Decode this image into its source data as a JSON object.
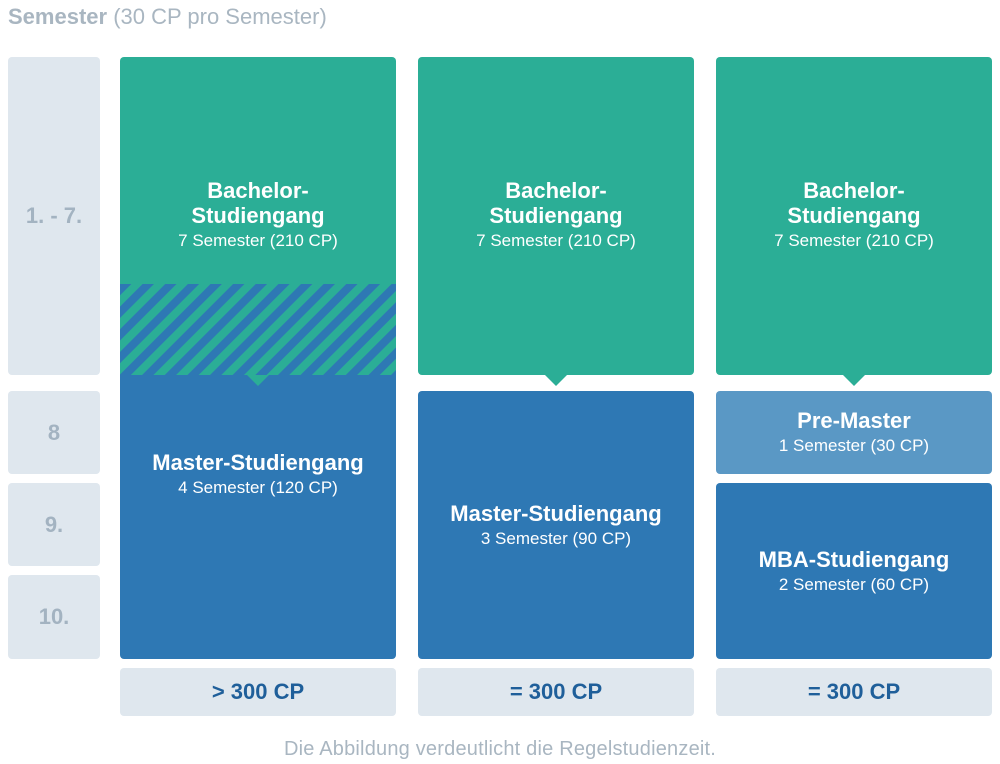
{
  "heading": {
    "bold": "Semester",
    "light": "(30 CP pro Semester)"
  },
  "semesters": [
    "1. - 7.",
    "8",
    "9.",
    "10."
  ],
  "columns": [
    {
      "bachelor": {
        "title_line1": "Bachelor-",
        "title_line2": "Studiengang",
        "subtitle": "7 Semester (210 CP)"
      },
      "master": {
        "title": "Master-Studiengang",
        "subtitle": "4 Semester (120 CP)"
      },
      "total": "> 300 CP"
    },
    {
      "bachelor": {
        "title_line1": "Bachelor-",
        "title_line2": "Studiengang",
        "subtitle": "7 Semester (210 CP)"
      },
      "master": {
        "title": "Master-Studiengang",
        "subtitle": "3 Semester (90 CP)"
      },
      "total": "= 300 CP"
    },
    {
      "bachelor": {
        "title_line1": "Bachelor-",
        "title_line2": "Studiengang",
        "subtitle": "7 Semester (210 CP)"
      },
      "premaster": {
        "title": "Pre-Master",
        "subtitle": "1 Semester (30 CP)"
      },
      "mba": {
        "title": "MBA-Studiengang",
        "subtitle": "2 Semester (60 CP)"
      },
      "total": "= 300 CP"
    }
  ],
  "caption": "Die Abbildung verdeutlicht die Regelstudienzeit.",
  "colors": {
    "green": "#2bae96",
    "blue": "#2e78b4",
    "light_blue": "#5a98c5",
    "gray": "#dfe7ee",
    "total_text": "#1f5f9a"
  }
}
